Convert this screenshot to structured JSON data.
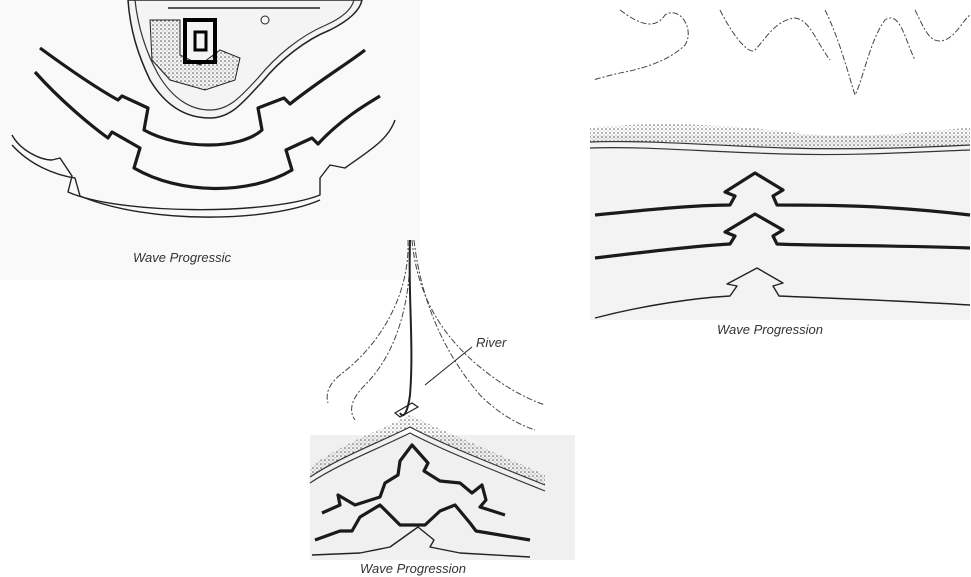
{
  "figures": [
    {
      "id": "headland",
      "caption": "Wave Progressic"
    },
    {
      "id": "straight-beach",
      "caption": "Wave Progression"
    },
    {
      "id": "river-mouth",
      "caption": "Wave Progression",
      "label": "River"
    }
  ],
  "colors": {
    "ink": "#1a1a1a",
    "paper": "#ffffff",
    "shading": "#e9e9e9"
  }
}
